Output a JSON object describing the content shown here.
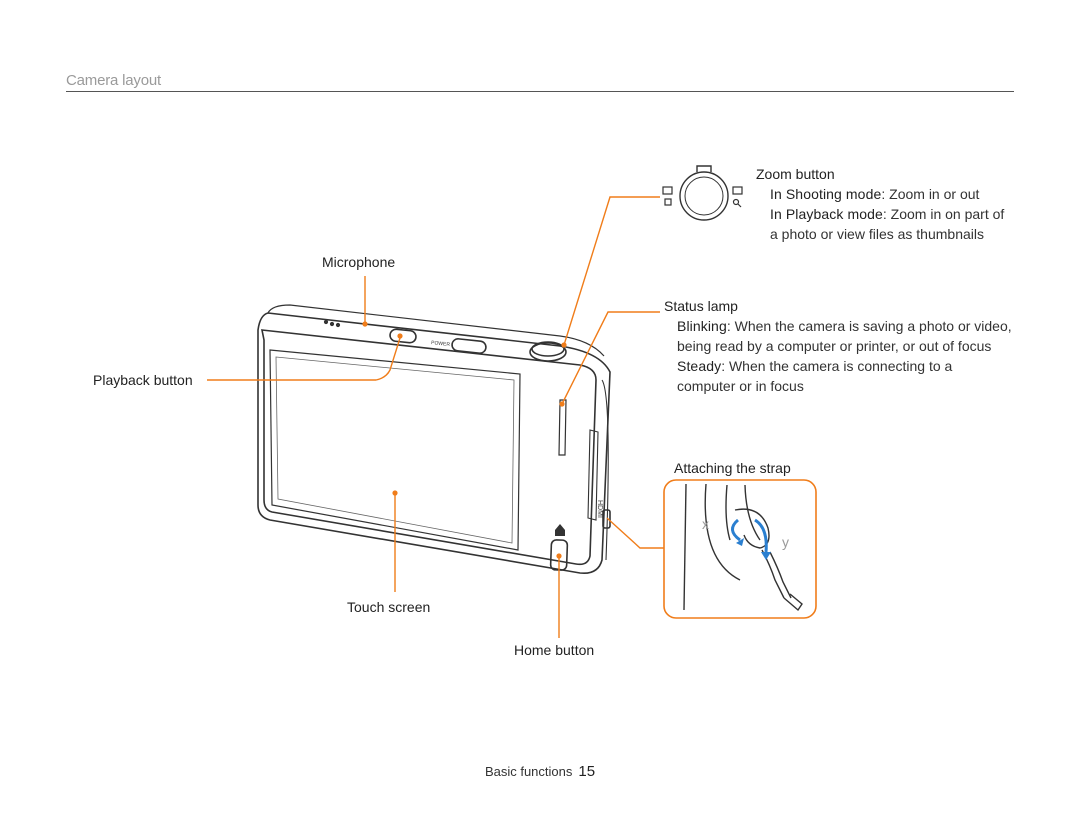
{
  "header": {
    "title": "Camera layout"
  },
  "callouts": {
    "microphone": "Microphone",
    "playback_button": "Playback button",
    "touch_screen": "Touch screen",
    "home_button": "Home button",
    "zoom_button": "Zoom button",
    "status_lamp": "Status lamp",
    "attaching_strap": "Attaching the strap"
  },
  "zoom": {
    "shooting_term": "In Shooting mode",
    "shooting_text": ": Zoom in or out",
    "playback_term": "In Playback mode",
    "playback_text": ": Zoom in on part of",
    "playback_text2": "a photo or view files as thumbnails"
  },
  "status": {
    "blinking_term": "Blinking",
    "blinking_text": ": When the camera is saving a photo or video,",
    "blinking_text2": "being read by a computer or printer, or out of focus",
    "steady_term": "Steady",
    "steady_text": ": When the camera is connecting to a",
    "steady_text2": "computer or in focus"
  },
  "strap_labels": {
    "x": "x",
    "y": "y"
  },
  "camera_text": {
    "power": "POWER",
    "hdmi": "HDMI"
  },
  "footer": {
    "section": "Basic functions",
    "page": "15"
  },
  "colors": {
    "callout": "#f07d1a",
    "arrow": "#2a7fd0",
    "body": "#333333"
  }
}
